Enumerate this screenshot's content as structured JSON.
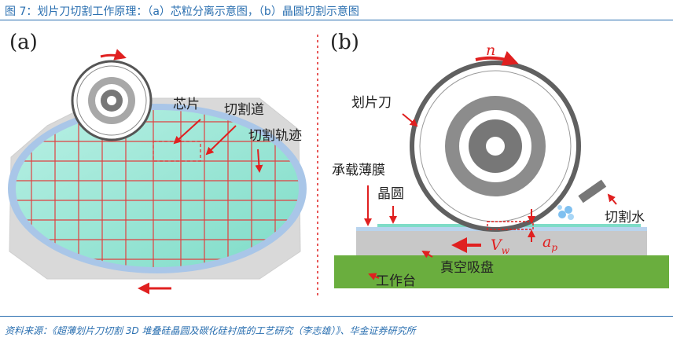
{
  "title": "图 7：划片刀切割工作原理：（a）芯粒分离示意图，（b）晶圆切割示意图",
  "source": "资料来源：《超薄划片刀切割 3D 堆叠硅晶圆及碳化硅衬底的工艺研究（李志雄）》、华金证券研究所",
  "panel_a": {
    "label": "(a)",
    "chip_label": "芯片",
    "street_label": "切割道",
    "track_label": "切割轨迹"
  },
  "panel_b": {
    "label": "(b)",
    "rotation_symbol": "n",
    "blade_label": "划片刀",
    "film_label": "承载薄膜",
    "wafer_label": "晶圆",
    "water_label": "切割水",
    "feed_symbol": "V",
    "feed_sub": "w",
    "depth_symbol": "a",
    "depth_sub": "p",
    "chuck_label": "真空吸盘",
    "table_label": "工作台"
  },
  "colors": {
    "accent": "#2a6fb0",
    "arrow": "#e02020",
    "wafer_fill": "#9fe8d8",
    "ring": "#a9c6e8",
    "frame": "#d9d9d9",
    "table": "#6aae3e",
    "chuck": "#c8c8c8"
  }
}
